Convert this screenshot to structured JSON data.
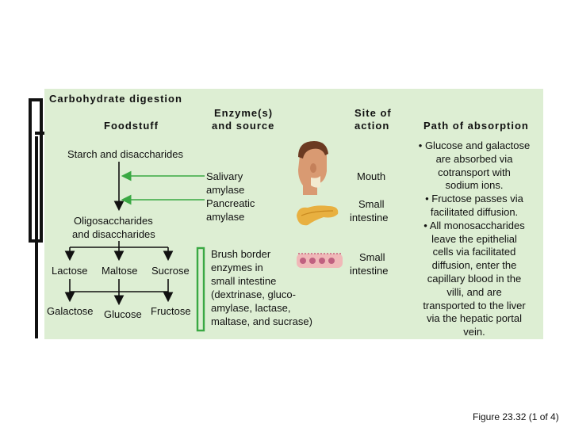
{
  "title": "Carbohydrate digestion",
  "headers": {
    "foodstuff": "Foodstuff",
    "enzyme_l1": "Enzyme(s)",
    "enzyme_l2": "and source",
    "site_l1": "Site of",
    "site_l2": "action",
    "path": "Path of absorption"
  },
  "foodstuffs": {
    "starch": "Starch and disaccharides",
    "oligo_l1": "Oligosaccharides",
    "oligo_l2": "and disaccharides",
    "lactose": "Lactose",
    "maltose": "Maltose",
    "sucrose": "Sucrose",
    "galactose": "Galactose",
    "glucose": "Glucose",
    "fructose": "Fructose"
  },
  "enzymes": {
    "salivary": [
      "Salivary",
      "amylase"
    ],
    "pancreatic": [
      "Pancreatic",
      "amylase"
    ],
    "brush": [
      "Brush border",
      "enzymes in",
      "small intestine",
      "(dextrinase, gluco-",
      "amylase, lactase,",
      "maltase, and sucrase)"
    ]
  },
  "sites": {
    "mouth": "Mouth",
    "small_intestine_1": [
      "Small",
      "intestine"
    ],
    "small_intestine_2": [
      "Small",
      "intestine"
    ]
  },
  "absorption": [
    "• Glucose and galactose",
    "are absorbed via",
    "cotransport with",
    "sodium ions.",
    "• Fructose passes via",
    "facilitated diffusion.",
    "• All monosaccharides",
    "leave the epithelial",
    "cells via facilitated",
    "diffusion, enter the",
    "capillary blood in the",
    "villi, and are",
    "transported to the liver",
    "via the hepatic portal",
    "vein."
  ],
  "figure_caption": "Figure 23.32 (1 of 4)",
  "colors": {
    "panel": "#ddeed3",
    "arrow_green": "#3aa843",
    "bracket_green": "#3aa843"
  },
  "icons": [
    "head-illustration",
    "pancreas-illustration",
    "intestinal-cells-illustration"
  ]
}
